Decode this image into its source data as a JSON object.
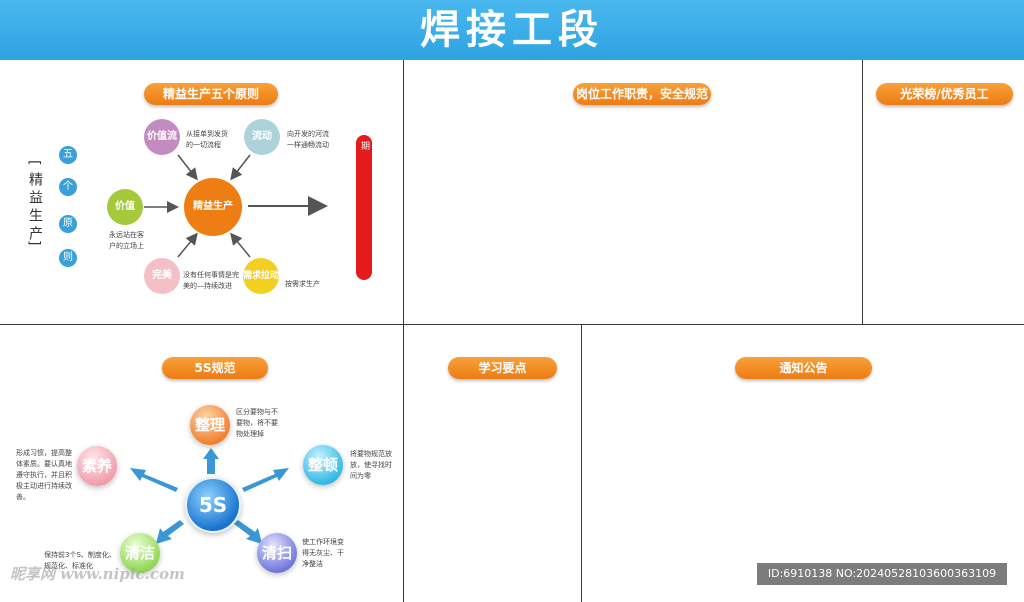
{
  "header": {
    "title": "焊接工段"
  },
  "sections": {
    "lean": "精益生产五个原则",
    "duties": "岗位工作职责，安全规范",
    "honor": "光荣榜/优秀员工",
    "fives": "5S规范",
    "study": "学习要点",
    "notice": "通知公告"
  },
  "lean": {
    "side_label": "精益生产",
    "bracket_open": "[",
    "bracket_close": "]",
    "side_dots": [
      "五",
      "个",
      "原",
      "则"
    ],
    "center": "精益生产",
    "nodes": {
      "value_stream": {
        "label": "价值流",
        "desc": "从接单到发货的一切流程"
      },
      "flow": {
        "label": "流动",
        "desc": "向开发的河流一样通畅流动"
      },
      "value": {
        "label": "价值",
        "desc": "永远站在客户的立场上"
      },
      "perfect": {
        "label": "完美",
        "desc": "没有任何事情是完美的—持续改进"
      },
      "pull": {
        "label": "需求拉动",
        "desc": "按需求生产"
      }
    },
    "result": "提高效率，改善质量，缩短生产周期"
  },
  "fives": {
    "center": "5S",
    "items": {
      "seiri": {
        "label": "整理",
        "desc": "区分要物与不要物，将不要物处理掉"
      },
      "seiton": {
        "label": "整顿",
        "desc": "将要物规范放放，使寻找时间为零"
      },
      "seiso": {
        "label": "清扫",
        "desc": "使工作环境变得无灰尘、干净整洁"
      },
      "seiketsu": {
        "label": "清洁",
        "desc": "保持前3个S、制度化、规范化、标准化"
      },
      "shitsuke": {
        "label": "素养",
        "desc": "形成习惯，提高整体素质。要认真地遵守执行，并且积极主动进行持续改善。"
      }
    }
  },
  "watermark": {
    "logo": "昵享网 www.nipic.com",
    "id": "ID:6910138 NO:20240528103600363109"
  },
  "colors": {
    "header": "#2ea3e2",
    "pill": "#ee7b13",
    "center_orange": "#ee7d13",
    "result_red": "#e51a1a",
    "dot_blue": "#3aa0d8"
  }
}
